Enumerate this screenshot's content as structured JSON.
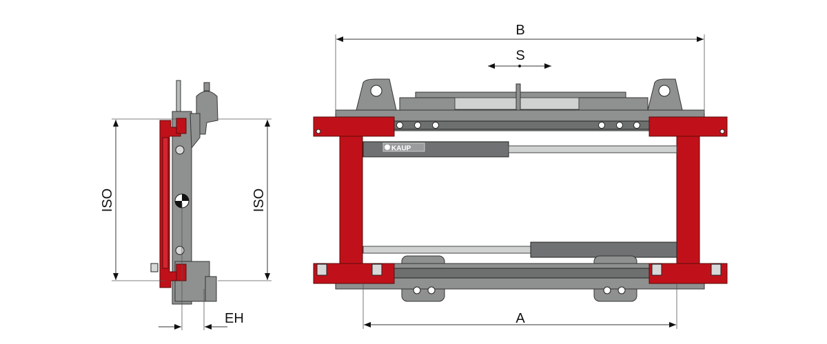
{
  "diagram": {
    "side_view": {
      "iso_left_label": "ISO",
      "iso_right_label": "ISO",
      "eh_label": "EH"
    },
    "front_view": {
      "b_label": "B",
      "s_label": "S",
      "a_label": "A",
      "logo_text": "KAUP"
    },
    "colors": {
      "frame_red": "#c0111a",
      "steel_gray": "#8f9090",
      "rod_light": "#d0d2d2"
    }
  }
}
